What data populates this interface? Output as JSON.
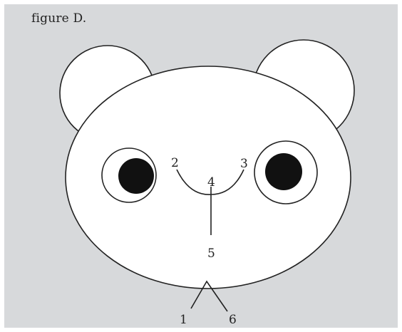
{
  "figure": {
    "caption": "figure D.",
    "background_color": "#d7d9db",
    "stroke_color": "#222222",
    "fill_color": "#ffffff",
    "pupil_color": "#111111"
  },
  "labels": {
    "p1": "1",
    "p2": "2",
    "p3": "3",
    "p4": "4",
    "p5": "5",
    "p6": "6"
  }
}
